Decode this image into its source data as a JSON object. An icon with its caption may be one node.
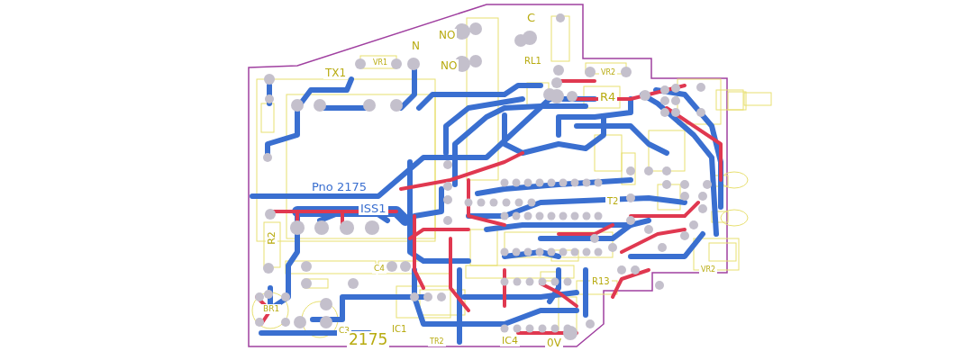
{
  "diagram": {
    "labels": [
      "NO",
      "C",
      "N",
      "VR1",
      "TX1",
      "NO",
      "RL1",
      "VR2",
      "R4",
      "Pno 2175",
      "ISS1",
      "R2",
      "C4",
      "BR1",
      "C3",
      "IC1",
      "T2",
      "R13",
      "VR2",
      "2175",
      "TR2",
      "IC4",
      "0V"
    ]
  }
}
